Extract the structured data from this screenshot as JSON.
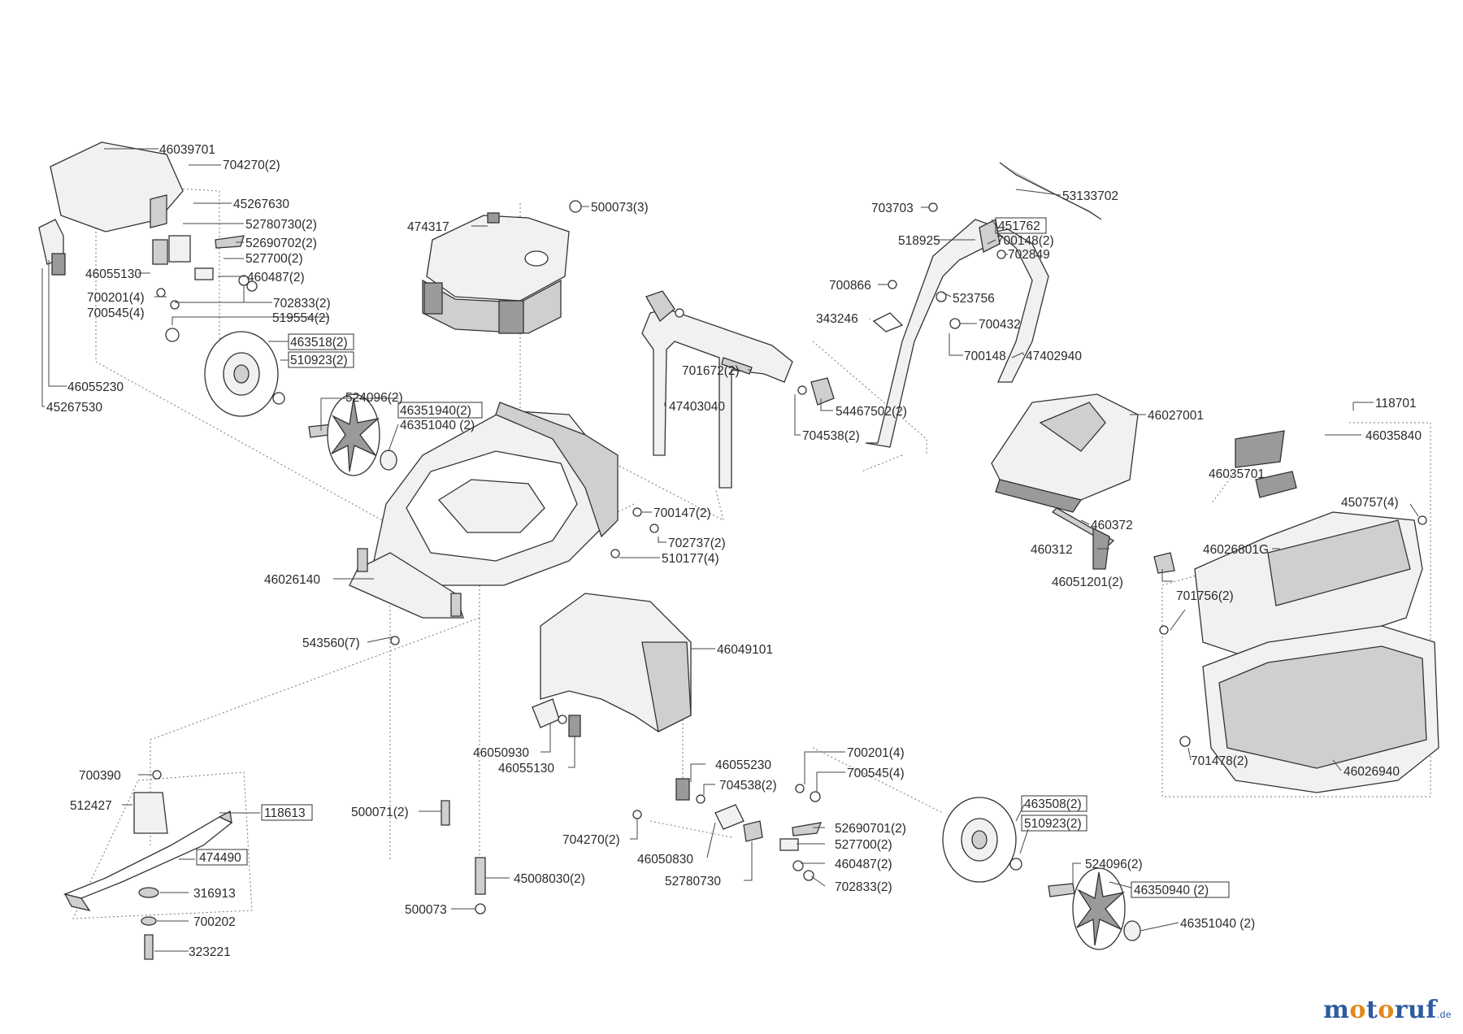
{
  "diagram": {
    "parts": [
      "46039701",
      "704270(2)",
      "45267630",
      "52780730(2)",
      "52690702(2)",
      "527700(2)",
      "460487(2)",
      "46055130",
      "700201(4)",
      "700545(4)",
      "702833(2)",
      "519554(2)",
      "463518(2)",
      "510923(2)",
      "46055230",
      "45267530",
      "524096(2)",
      "46351940(2)",
      "46351040 (2)",
      "474317",
      "500073(3)",
      "46026140",
      "543560(7)",
      "700147(2)",
      "702737(2)",
      "510177(4)",
      "46049101",
      "46050930",
      "46055130",
      "700390",
      "512427",
      "118613",
      "474490",
      "316913",
      "700202",
      "323221",
      "500071(2)",
      "45008030(2)",
      "500073",
      "701672(2)",
      "47403040",
      "704538(2)",
      "54467502(2)",
      "703703",
      "518925",
      "451762",
      "700148(2)",
      "702849",
      "53133702",
      "700866",
      "523756",
      "343246",
      "700432",
      "700148",
      "47402940",
      "46027001",
      "460372",
      "460312",
      "46051201(2)",
      "118701",
      "46035840",
      "46035701",
      "450757(4)",
      "46026801G",
      "701756(2)",
      "701478(2)",
      "46026940",
      "700201(4)",
      "700545(4)",
      "46055230",
      "704538(2)",
      "704270(2)",
      "46050830",
      "52780730",
      "52690701(2)",
      "527700(2)",
      "460487(2)",
      "702833(2)",
      "463508(2)",
      "510923(2)",
      "524096(2)",
      "46350940 (2)",
      "46351040 (2)"
    ]
  },
  "branding": {
    "logo_main": "motoruf",
    "logo_tld": ".de",
    "colors": {
      "blue": "#2d5aa0",
      "orange": "#e08a1e"
    }
  }
}
